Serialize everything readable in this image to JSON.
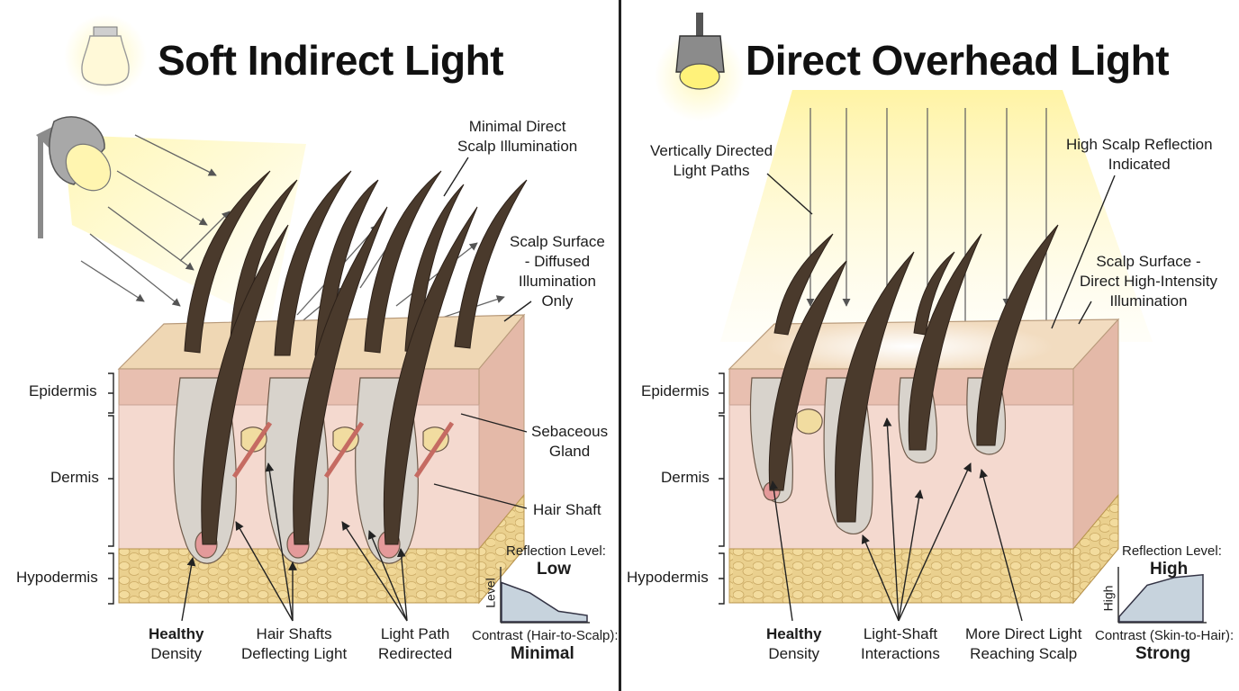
{
  "left": {
    "title": "Soft Indirect Light",
    "callouts": {
      "minimal": [
        "Minimal Direct",
        "Scalp Illumination"
      ],
      "surface": [
        "Scalp Surface",
        "- Diffused",
        "Illumination",
        "Only"
      ],
      "sebaceous": [
        "Sebaceous",
        "Gland"
      ],
      "hair_shaft": "Hair Shaft",
      "healthy": [
        "Healthy",
        "Density"
      ],
      "deflecting": [
        "Hair Shafts",
        "Deflecting Light"
      ],
      "redirected": [
        "Light Path",
        "Redirected"
      ]
    },
    "layers": {
      "epidermis": "Epidermis",
      "dermis": "Dermis",
      "hypodermis": "Hypodermis"
    },
    "graph": {
      "reflection_label": "Reflection Level:",
      "reflection_value": "Low",
      "axis_label": "Level",
      "contrast_label": "Contrast (Hair-to-Scalp):",
      "contrast_value": "Minimal",
      "shape": [
        0.75,
        0.55,
        0.2,
        0.12
      ]
    }
  },
  "right": {
    "title": "Direct Overhead Light",
    "callouts": {
      "vertical": [
        "Vertically Directed",
        "Light Paths"
      ],
      "reflection": [
        "High Scalp Reflection",
        "Indicated"
      ],
      "surface": [
        "Scalp Surface -",
        "Direct High-Intensity",
        "Illumination"
      ],
      "healthy": [
        "Healthy",
        "Density"
      ],
      "interactions": [
        "Light-Shaft",
        "Interactions"
      ],
      "more_direct": [
        "More Direct Light",
        "Reaching Scalp"
      ]
    },
    "layers": {
      "epidermis": "Epidermis",
      "dermis": "Dermis",
      "hypodermis": "Hypodermis"
    },
    "graph": {
      "reflection_label": "Reflection Level:",
      "reflection_value": "High",
      "axis_label": "High",
      "contrast_label": "Contrast (Skin-to-Hair):",
      "contrast_value": "Strong",
      "shape": [
        0.1,
        0.7,
        0.85,
        0.9
      ]
    }
  },
  "colors": {
    "skin_top": "#efd7b4",
    "epidermis": "#e8bfb0",
    "dermis": "#f4d9cf",
    "fat": "#ecd28f",
    "hair": "#4a3a2c",
    "glow": "#fff6b0",
    "graph_fill": "#c7d3dd"
  }
}
